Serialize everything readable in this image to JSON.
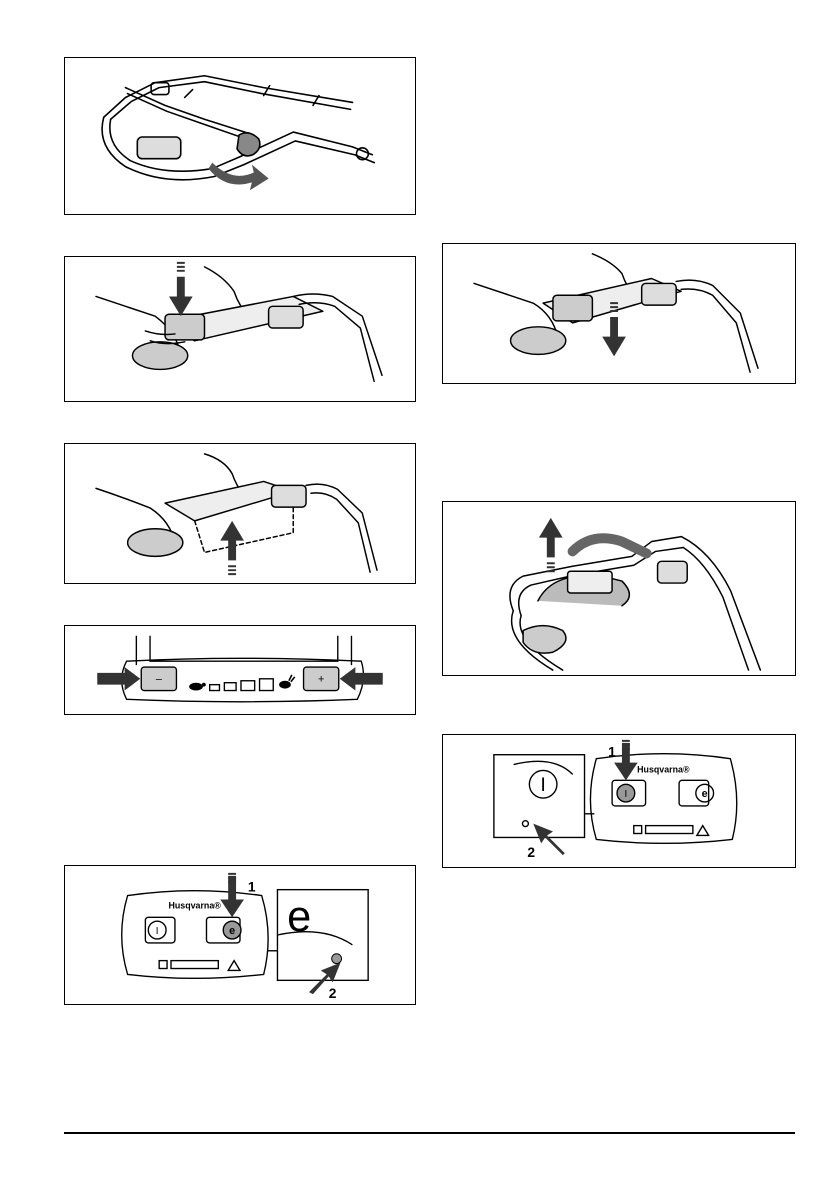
{
  "panel_left_speed": {
    "minus_label": "–",
    "plus_label": "+",
    "turtle_icon": "turtle-icon",
    "rabbit_icon": "rabbit-icon"
  },
  "panel_left_power": {
    "brand": "Husqvarna®",
    "callout_1": "1",
    "callout_2": "2"
  },
  "panel_right_power": {
    "brand": "Husqvarna®",
    "callout_1": "1",
    "callout_2": "2"
  }
}
